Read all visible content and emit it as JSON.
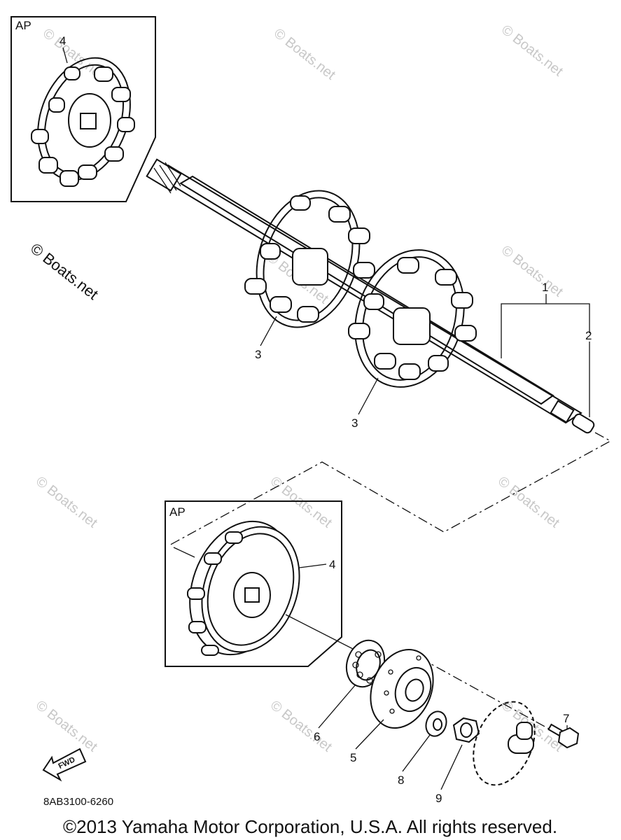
{
  "diagram": {
    "inset_top": {
      "label": "AP",
      "callout": "4"
    },
    "inset_bottom": {
      "label": "AP",
      "callout": "4"
    },
    "callouts": {
      "c1": "1",
      "c2": "2",
      "c3a": "3",
      "c3b": "3",
      "c5": "5",
      "c6": "6",
      "c7": "7",
      "c8": "8",
      "c9": "9"
    },
    "fwd_arrow_label": "FWD",
    "drawing_code": "8AB3100-6260",
    "copyright": "©2013 Yamaha Motor Corporation, U.S.A. All rights reserved.",
    "watermark_main": "© Boats.net",
    "watermark_faint": "© Boats.net"
  }
}
